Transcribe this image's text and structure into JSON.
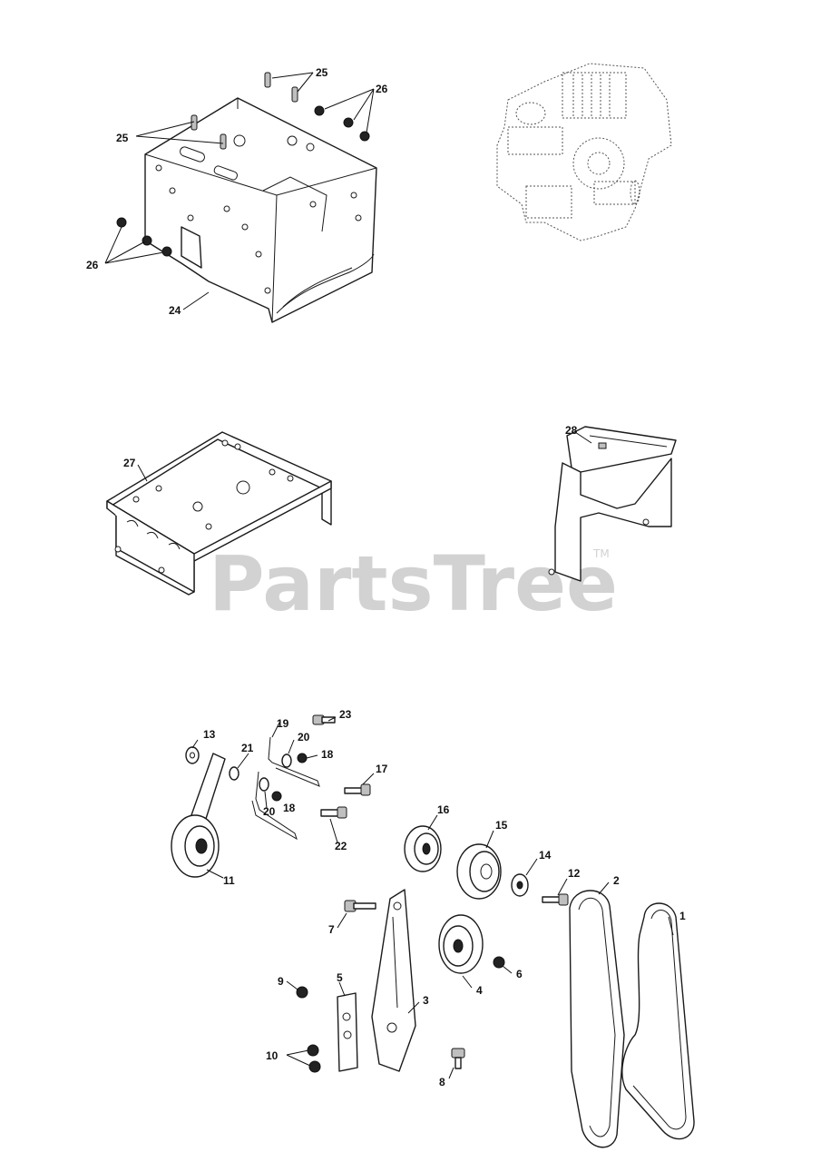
{
  "watermark": {
    "text": "PartsTree",
    "trademark": "TM"
  },
  "callouts": {
    "c1": "1",
    "c2": "2",
    "c3": "3",
    "c4": "4",
    "c5": "5",
    "c6": "6",
    "c7": "7",
    "c8": "8",
    "c9": "9",
    "c10": "10",
    "c11": "11",
    "c12": "12",
    "c13": "13",
    "c14": "14",
    "c15": "15",
    "c16": "16",
    "c17": "17",
    "c18": "18",
    "c19": "19",
    "c20": "20",
    "c21": "21",
    "c22": "22",
    "c23": "23",
    "c24": "24",
    "c25": "25",
    "c26": "26",
    "c27": "27",
    "c28": "28"
  },
  "colors": {
    "line": "#1a1a1a",
    "watermark": "#d2d2d2",
    "background": "#ffffff"
  }
}
